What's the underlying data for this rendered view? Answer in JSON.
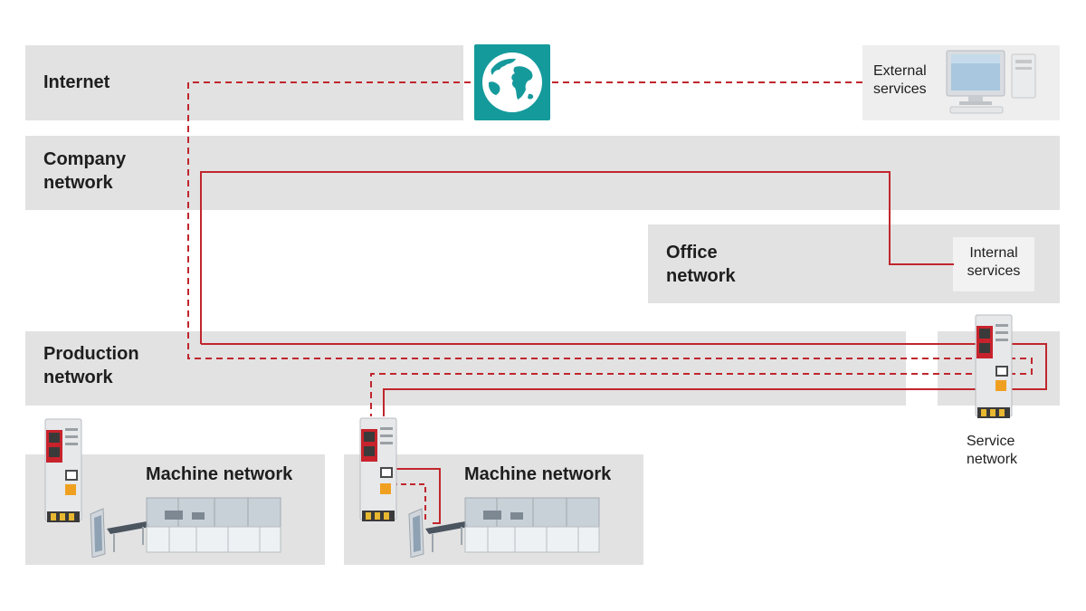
{
  "zones": {
    "internet": "Internet",
    "company": "Company\nnetwork",
    "office": "Office\nnetwork",
    "production": "Production\nnetwork",
    "machine_left": "Machine network",
    "machine_right": "Machine network",
    "service": "Service\nnetwork"
  },
  "services": {
    "external": "External\nservices",
    "internal": "Internal\nservices"
  },
  "icons": {
    "globe": "globe-icon",
    "computer": "desktop-computer-icon",
    "router": "mguard-router-icon",
    "machine": "production-machine-icon"
  },
  "colors": {
    "band": "#e2e2e2",
    "line": "#c0262d",
    "globe_bg": "#159a9c",
    "device_red": "#c8232c"
  }
}
